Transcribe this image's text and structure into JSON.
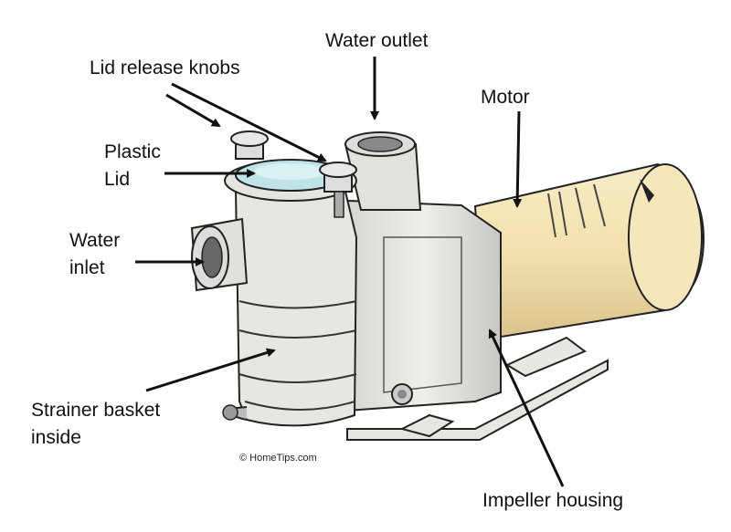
{
  "labels": {
    "lid_release_knobs": "Lid release knobs",
    "water_outlet": "Water outlet",
    "motor": "Motor",
    "plastic_lid_line1": "Plastic",
    "plastic_lid_line2": "Lid",
    "water_inlet_line1": "Water",
    "water_inlet_line2": "inlet",
    "strainer_line1": "Strainer basket",
    "strainer_line2": "inside",
    "impeller_housing": "Impeller housing"
  },
  "credit": "© HomeTips.com",
  "colors": {
    "motor": "#f3e3b2",
    "pump_body": "#e9e7e2",
    "lid": "#bfe3e6",
    "ink": "#111111"
  }
}
